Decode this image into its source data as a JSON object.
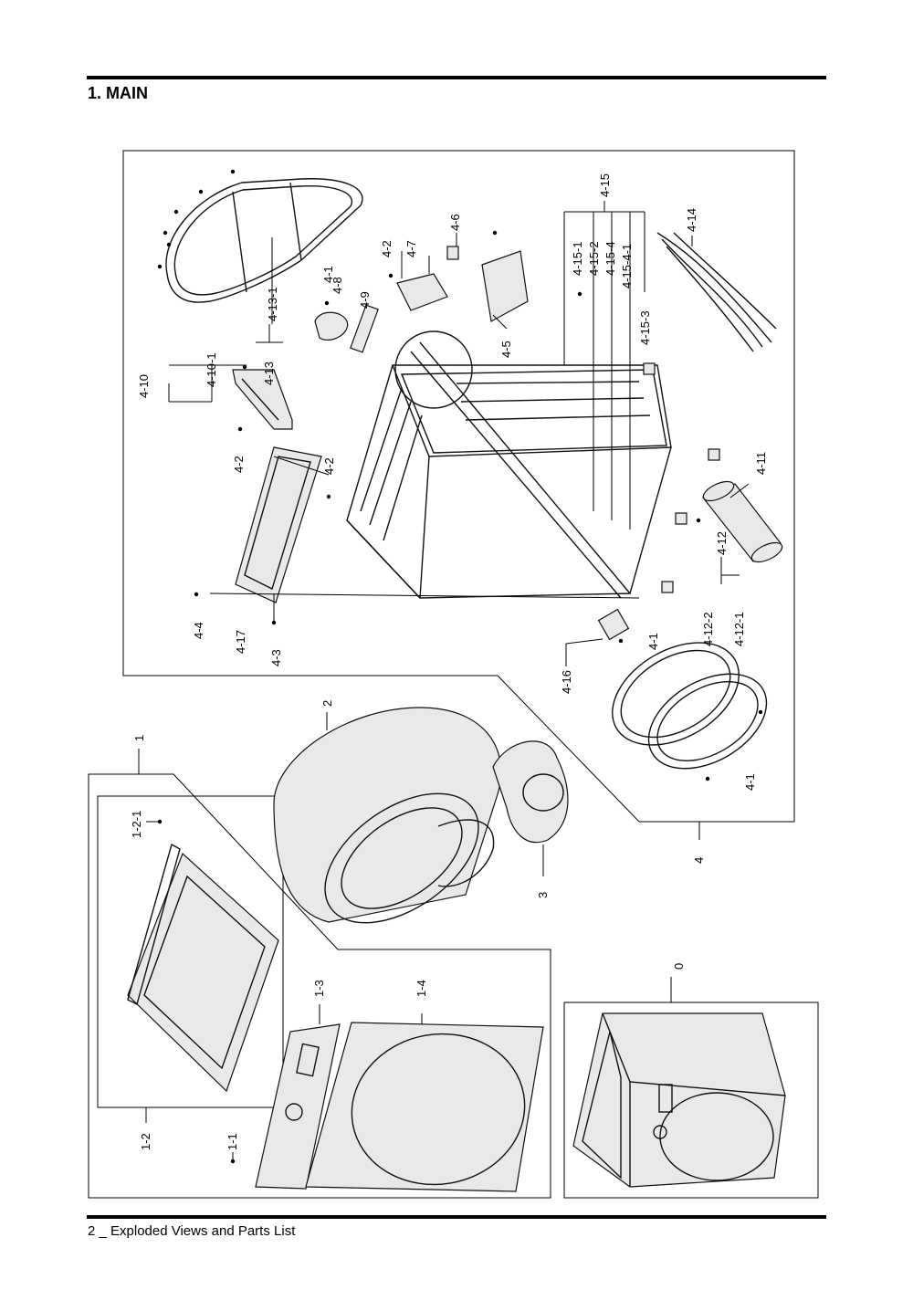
{
  "page": {
    "title": "1. MAIN",
    "footer": "2 _ Exploded Views and Parts List"
  },
  "labels": {
    "l_0": "0",
    "l_1": "1",
    "l_1_1": "1-1",
    "l_1_2": "1-2",
    "l_1_2_1": "1-2-1",
    "l_1_3": "1-3",
    "l_1_4": "1-4",
    "l_2": "2",
    "l_3": "3",
    "l_4": "4",
    "l_4_1_a": "4-1",
    "l_4_1_b": "4-1",
    "l_4_1_c": "4-1",
    "l_4_2_a": "4-2",
    "l_4_2_b": "4-2",
    "l_4_2_c": "4-2",
    "l_4_3": "4-3",
    "l_4_4": "4-4",
    "l_4_5": "4-5",
    "l_4_6": "4-6",
    "l_4_7": "4-7",
    "l_4_8": "4-8",
    "l_4_9": "4-9",
    "l_4_10": "4-10",
    "l_4_10_1": "4-10-1",
    "l_4_11": "4-11",
    "l_4_12": "4-12",
    "l_4_12_1": "4-12-1",
    "l_4_12_2": "4-12-2",
    "l_4_13": "4-13",
    "l_4_13_1": "4-13-1",
    "l_4_14": "4-14",
    "l_4_15": "4-15",
    "l_4_15_1": "4-15-1",
    "l_4_15_2": "4-15-2",
    "l_4_15_3": "4-15-3",
    "l_4_15_4": "4-15-4",
    "l_4_15_4_1": "4-15-4-1",
    "l_4_16": "4-16",
    "l_4_17": "4-17"
  }
}
